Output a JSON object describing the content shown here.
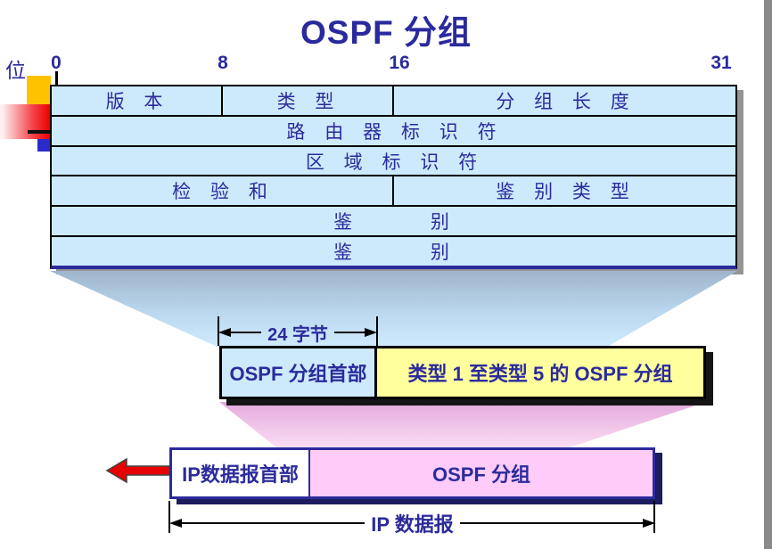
{
  "title": "OSPF 分组",
  "colors": {
    "navy_text": "#2B2B9B",
    "light_blue": "#CDEAFD",
    "yellow": "#FFFF9E",
    "pink": "#FFCCFA",
    "red_arrow": "#E80000",
    "gold_decoration": "#FFC200",
    "blue_decoration": "#2B2BCC"
  },
  "bit_scale": {
    "label": "位",
    "ticks": [
      {
        "value": "0"
      },
      {
        "value": "8"
      },
      {
        "value": "16"
      },
      {
        "value": "31"
      }
    ]
  },
  "ospf_header_table": {
    "row1": {
      "version": "版 本",
      "type": "类 型",
      "packet_length": "分 组 长 度"
    },
    "row2": {
      "router_id": "路 由 器 标 识 符"
    },
    "row3": {
      "area_id": "区 域 标 识 符"
    },
    "row4": {
      "checksum": "检 验 和",
      "auth_type": "鉴 别 类 型"
    },
    "row5": {
      "auth": "鉴 别"
    },
    "row6": {
      "auth": "鉴 别"
    }
  },
  "header_measure": {
    "label": "24 字节"
  },
  "ospf_packet_bar": {
    "header": "OSPF 分组首部",
    "body": "类型 1 至类型 5 的 OSPF 分组"
  },
  "ip_datagram_bar": {
    "header": "IP数据报首部",
    "body": "OSPF 分组"
  },
  "ip_measure": {
    "label": "IP 数据报"
  }
}
